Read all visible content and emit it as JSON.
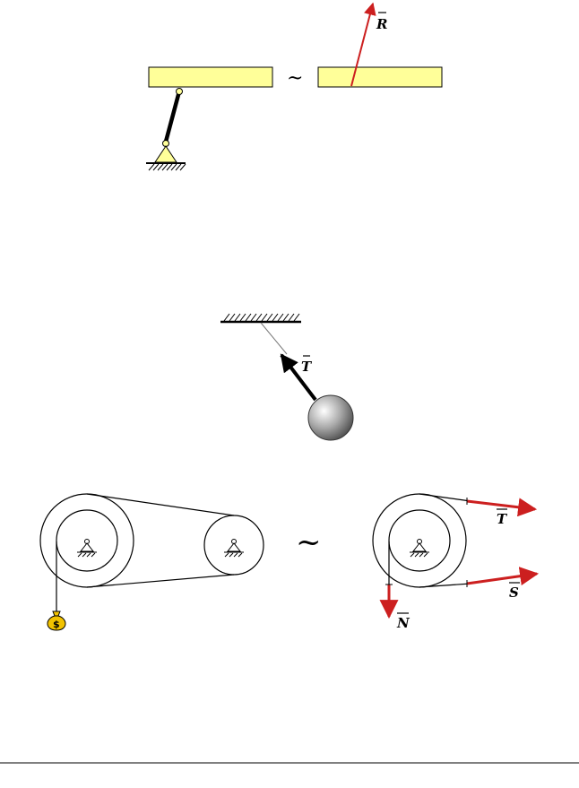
{
  "labels": {
    "fig1_force": "R",
    "fig2_force": "T",
    "fig3_force_top": "T",
    "fig3_force_bottom": "S",
    "fig3_force_down": "N"
  },
  "symbols": {
    "equivalence": "~",
    "bag": "$"
  },
  "colors": {
    "beam_fill": "#ffff99",
    "force_arrow": "#cc1f1f",
    "line": "#000000",
    "bag_fill": "#f2c200"
  }
}
